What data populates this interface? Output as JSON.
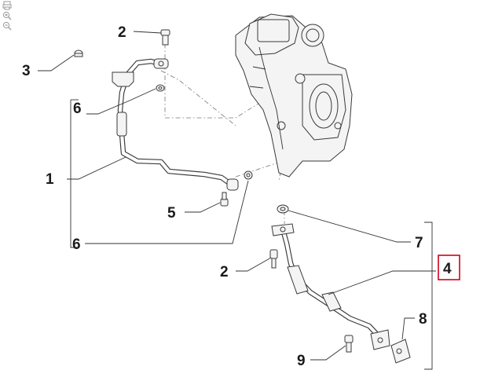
{
  "toolbar": {
    "icons": [
      "print-icon",
      "zoom-in-icon",
      "zoom-out-icon"
    ]
  },
  "callouts": {
    "c1": "1",
    "c2_top": "2",
    "c2_bottom": "2",
    "c3": "3",
    "c4": "4",
    "c5": "5",
    "c6_top": "6",
    "c6_bottom": "6",
    "c7": "7",
    "c8": "8",
    "c9": "9"
  },
  "highlight": {
    "callout": "4",
    "color": "#d0021b"
  },
  "colors": {
    "line": "#333333",
    "part_fill": "#f4f4f4",
    "text": "#1a1a1a"
  }
}
